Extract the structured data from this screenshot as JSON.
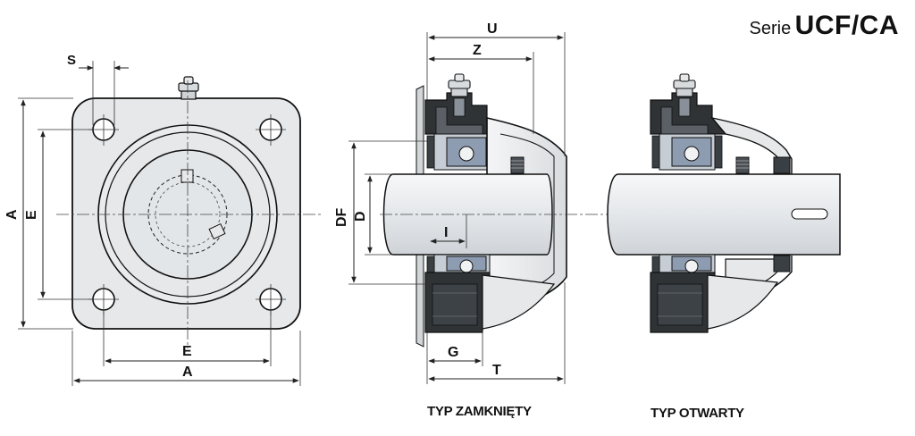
{
  "header": {
    "series_prefix": "Serie",
    "series_name": "UCF/CA"
  },
  "front_view": {
    "label_s": "S",
    "label_a_vertical": "A",
    "label_e_vertical": "E",
    "label_e_horizontal": "E",
    "label_a_horizontal": "A"
  },
  "closed_view": {
    "label_u": "U",
    "label_z": "Z",
    "label_df": "DF",
    "label_d": "D",
    "label_i": "I",
    "label_g": "G",
    "label_t": "T",
    "caption": "TYP ZAMKNIĘTY"
  },
  "open_view": {
    "caption": "TYP OTWARTY"
  },
  "colors": {
    "housing_fill": "#e6e8ea",
    "housing_dark": "#2f3336",
    "bearing_blue": "#8d9cb0",
    "shaft_fill": "#eef0f2",
    "cover_fill": "#f2f3f4"
  }
}
